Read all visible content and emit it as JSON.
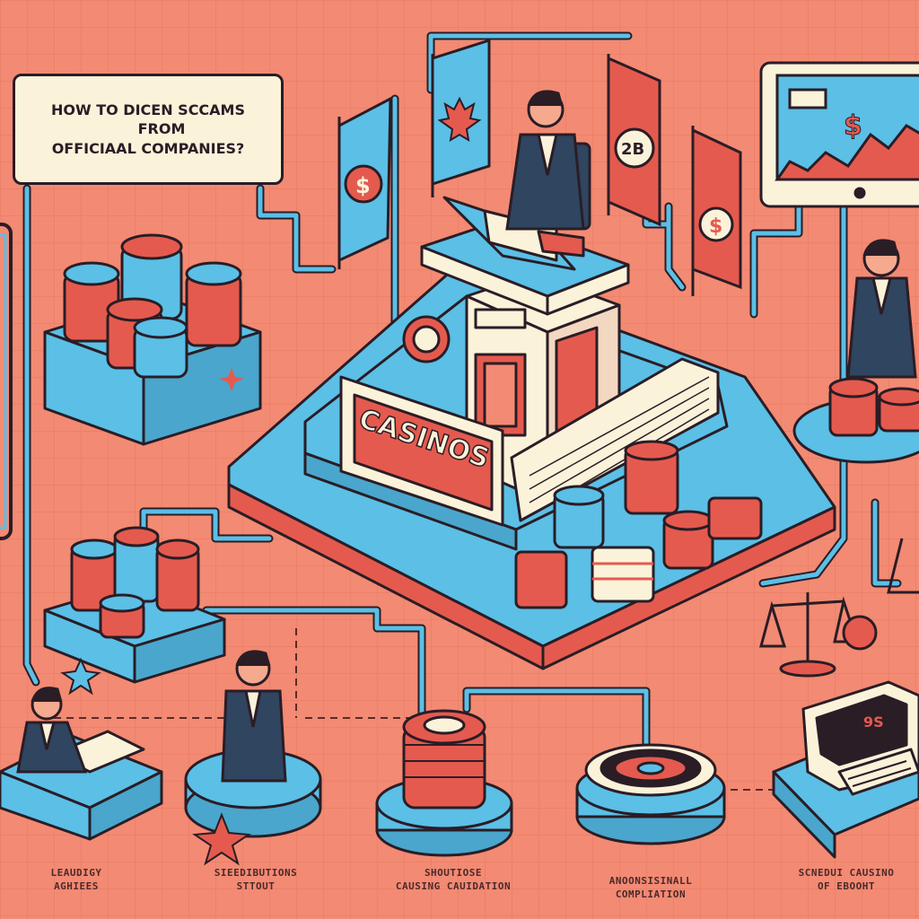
{
  "title": {
    "line1": "HOW TO DICEN SCCAMS",
    "line2": "FROM",
    "line3": "OFFICIAAL COMPANIES?"
  },
  "sign": {
    "label": "CASINOS"
  },
  "flags": {
    "number": "2B",
    "dollar": "$"
  },
  "monitor": {
    "symbol": "$"
  },
  "slot": {
    "display": "9S"
  },
  "captions": [
    {
      "line1": "LEAUDIGY",
      "line2": "AGHIEES"
    },
    {
      "line1": "SIEEDIBUTIONS",
      "line2": "STTOUT"
    },
    {
      "line1": "SHOUTIOSE",
      "line2": "CAUSING CAUIDATION"
    },
    {
      "line1": "ANOONSISINALL",
      "line2": "COMPLIATION"
    },
    {
      "line1": "SCNEDUI CAUSINO",
      "line2": "OF EBOOHT"
    }
  ],
  "colors": {
    "background": "#f38a73",
    "blue": "#5bbfe6",
    "red": "#e55a4e",
    "cream": "#fbf2da",
    "outline": "#2a1d26",
    "suit": "#2f4560"
  }
}
